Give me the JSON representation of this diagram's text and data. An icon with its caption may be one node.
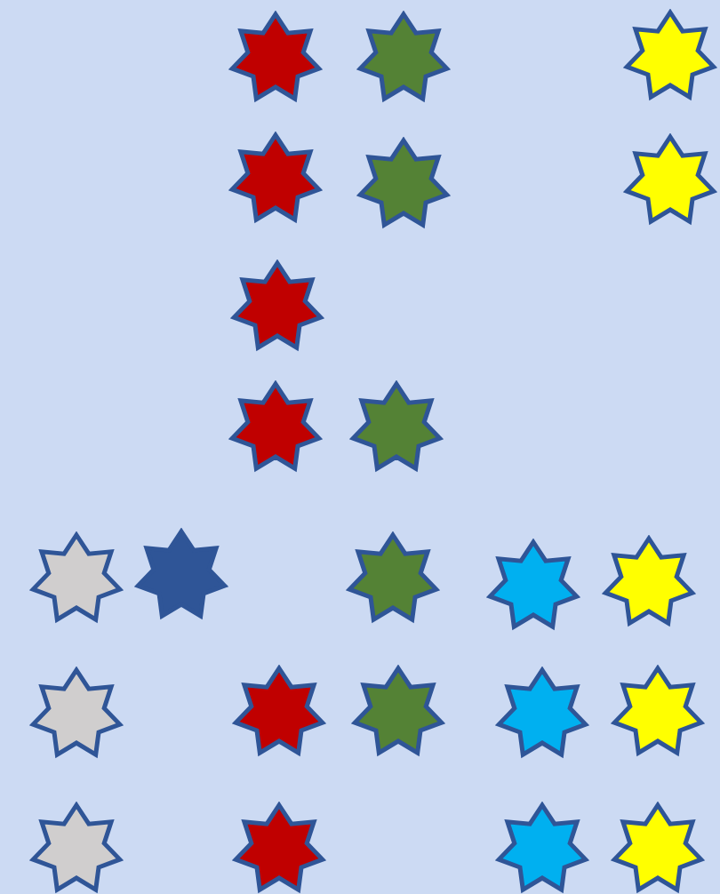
{
  "diagram": {
    "nodes": [
      {
        "text": [],
        "shape": "star"
      },
      {
        "text": [],
        "shape": "star"
      },
      {
        "text": [],
        "shape": "star"
      },
      {
        "text": [],
        "shape": "star"
      },
      {
        "text": [],
        "shape": "star"
      },
      {
        "text": [],
        "shape": "star"
      },
      {
        "text": [],
        "shape": "star"
      },
      {
        "text": [],
        "shape": "star"
      },
      {
        "text": [],
        "shape": "star"
      },
      {
        "text": [],
        "shape": "star"
      },
      {
        "text": [],
        "shape": "star"
      },
      {
        "text": [],
        "shape": "star"
      },
      {
        "text": [],
        "shape": "star"
      },
      {
        "text": [],
        "shape": "star"
      },
      {
        "text": [],
        "shape": "star"
      },
      {
        "text": [],
        "shape": "star"
      },
      {
        "text": [],
        "shape": "star"
      },
      {
        "text": [],
        "shape": "star"
      },
      {
        "text": [],
        "shape": "star"
      },
      {
        "text": [],
        "shape": "star"
      },
      {
        "text": [],
        "shape": "star"
      },
      {
        "text": [],
        "shape": "star"
      },
      {
        "text": [],
        "shape": "star"
      }
    ]
  }
}
